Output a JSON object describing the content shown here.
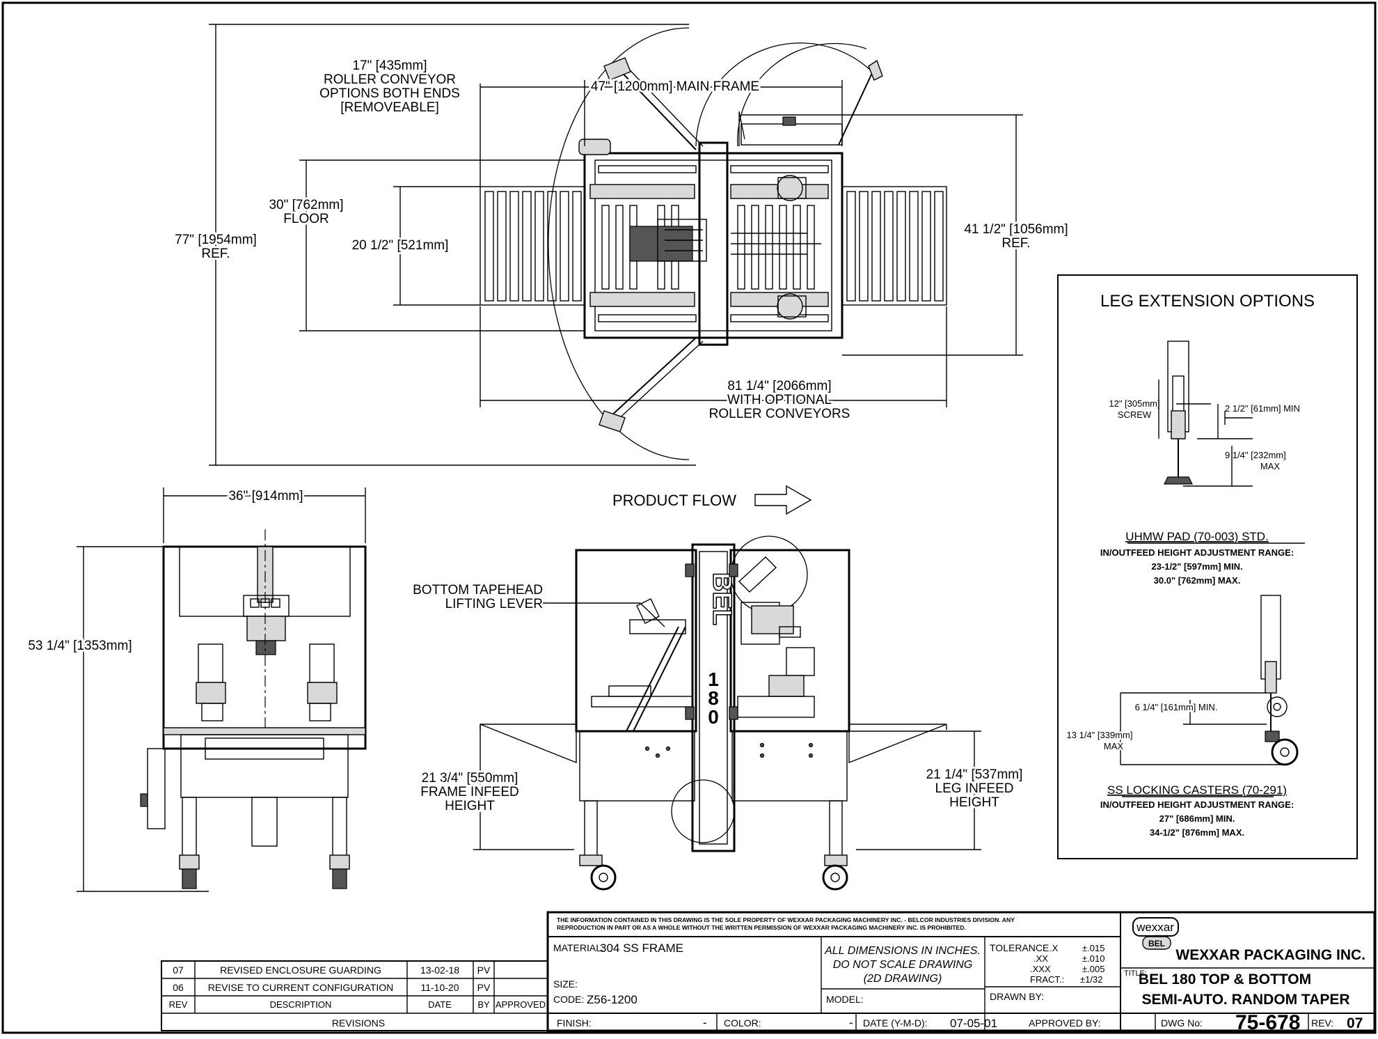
{
  "top_view": {
    "main_frame": "47\" [1200mm] MAIN FRAME",
    "roller_conveyor": [
      "17\" [435mm]",
      "ROLLER CONVEYOR",
      "OPTIONS BOTH ENDS",
      "[REMOVEABLE]"
    ],
    "floor": [
      "30\" [762mm]",
      "FLOOR"
    ],
    "overall_height": [
      "77\" [1954mm]",
      "REF."
    ],
    "inner_width": "20 1/2\" [521mm]",
    "ref_width": [
      "41 1/2\" [1056mm]",
      "REF."
    ],
    "overall_length": [
      "81 1/4\" [2066mm]",
      "WITH OPTIONAL",
      "ROLLER CONVEYORS"
    ]
  },
  "product_flow": "PRODUCT FLOW",
  "end_view": {
    "width": "36\" [914mm]",
    "height": "53 1/4\" [1353mm]"
  },
  "side_view": {
    "lever": [
      "BOTTOM TAPEHEAD",
      "LIFTING LEVER"
    ],
    "frame_infeed": [
      "21 3/4\" [550mm]",
      "FRAME INFEED",
      "HEIGHT"
    ],
    "leg_infeed": [
      "21 1/4\" [537mm]",
      "LEG INFEED",
      "HEIGHT"
    ],
    "column_brand": "BEL",
    "column_model": [
      "1",
      "8",
      "0"
    ]
  },
  "leg_options": {
    "title": "LEG EXTENSION OPTIONS",
    "screw": [
      "12\" [305mm]",
      "SCREW"
    ],
    "min_adj": "2 1/2\" [61mm] MIN",
    "max_adj": [
      "9 1/4\" [232mm]",
      "MAX"
    ],
    "uhmw_title": "UHMW PAD (70-003) STD.",
    "uhmw_lines": [
      "IN/OUTFEED HEIGHT ADJUSTMENT RANGE:",
      "23-1/2\" [597mm] MIN.",
      "30.0\" [762mm] MAX."
    ],
    "caster_min": "6 1/4\" [161mm] MIN.",
    "caster_max": [
      "13 1/4\" [339mm]",
      "MAX"
    ],
    "caster_title": "SS LOCKING CASTERS (70-291)",
    "caster_lines": [
      "IN/OUTFEED HEIGHT ADJUSTMENT RANGE:",
      "27\" [686mm] MIN.",
      "34-1/2\" [876mm] MAX."
    ]
  },
  "revisions": {
    "rows": [
      {
        "rev": "07",
        "description": "REVISED ENCLOSURE GUARDING",
        "date": "13-02-18",
        "by": "PV",
        "approved": ""
      },
      {
        "rev": "06",
        "description": "REVISE TO CURRENT CONFIGURATION",
        "date": "11-10-20",
        "by": "PV",
        "approved": ""
      }
    ],
    "headers": {
      "rev": "REV",
      "description": "DESCRIPTION",
      "date": "DATE",
      "by": "BY",
      "approved": "APPROVED"
    },
    "footer": "REVISIONS"
  },
  "title_block": {
    "notice": [
      "THE INFORMATION CONTAINED IN THIS DRAWING IS THE SOLE PROPERTY OF WEXXAR PACKAGING MACHINERY INC. - BELCOR INDUSTRIES DIVISION. ANY",
      "REPRODUCTION IN PART OR AS A WHOLE WITHOUT THE WRITTEN PERMISSION OF WEXXAR PACKAGING MACHINERY INC. IS PROHIBITED."
    ],
    "material_label": "MATERIAL:",
    "material_value": "304 SS FRAME",
    "size_label": "SIZE:",
    "code_label": "CODE:",
    "code_value": "Z56-1200",
    "finish_label": "FINISH:",
    "finish_value": "-",
    "color_label": "COLOR:",
    "color_value": "-",
    "dims_note": [
      "ALL DIMENSIONS IN INCHES.",
      "DO NOT SCALE DRAWING",
      "(2D DRAWING)"
    ],
    "model_label": "MODEL:",
    "date_label": "DATE (Y-M-D):",
    "date_value": "07-05-01",
    "tolerance_label": "TOLERANCE",
    "tolerances": [
      {
        "k": ".X",
        "v": "±.015"
      },
      {
        "k": ".XX",
        "v": "±.010"
      },
      {
        "k": ".XXX",
        "v": "±.005"
      },
      {
        "k": "FRACT.:",
        "v": "±1/32"
      }
    ],
    "drawn_label": "DRAWN BY:",
    "approved_label": "APPROVED BY:",
    "logo_top": "wexxar",
    "logo_bottom": "BEL",
    "company": "WEXXAR PACKAGING INC.",
    "title_label": "TITLE:",
    "title_lines": [
      "BEL 180 TOP & BOTTOM",
      "SEMI-AUTO. RANDOM TAPER"
    ],
    "dwg_label": "DWG No:",
    "dwg_value": "75-678",
    "rev_label": "REV:",
    "rev_value": "07"
  }
}
